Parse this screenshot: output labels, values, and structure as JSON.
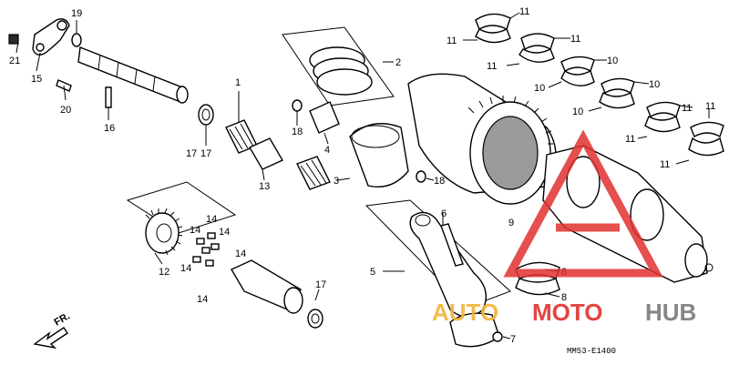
{
  "diagram_code": "MM53-E1400",
  "direction_label": "FR.",
  "watermark": {
    "part_a": "AUTO",
    "part_b": "MOTO",
    "part_c": "HUB",
    "colors": {
      "red": "#e0302e",
      "yellow": "#f2b33a",
      "grey": "#7a7a7a"
    }
  },
  "callouts": {
    "c1": "1",
    "c2": "2",
    "c3": "3",
    "c4": "4",
    "c5": "5",
    "c6": "6",
    "c7": "7",
    "c8a": "8",
    "c8b": "8",
    "c9": "9",
    "c10a": "10",
    "c10b": "10",
    "c10c": "10",
    "c10d": "10",
    "c11a": "11",
    "c11b": "11",
    "c11c": "11",
    "c11d": "11",
    "c11e": "11",
    "c11f": "11",
    "c11g": "11",
    "c11h": "11",
    "c12": "12",
    "c13": "13",
    "c14a": "14",
    "c14b": "14",
    "c14c": "14",
    "c14d": "14",
    "c14e": "14",
    "c14f": "14",
    "c15": "15",
    "c16": "16",
    "c17a": "17",
    "c17b": "17",
    "c17c": "17",
    "c18a": "18",
    "c18b": "18",
    "c19": "19",
    "c20": "20",
    "c21": "21"
  }
}
